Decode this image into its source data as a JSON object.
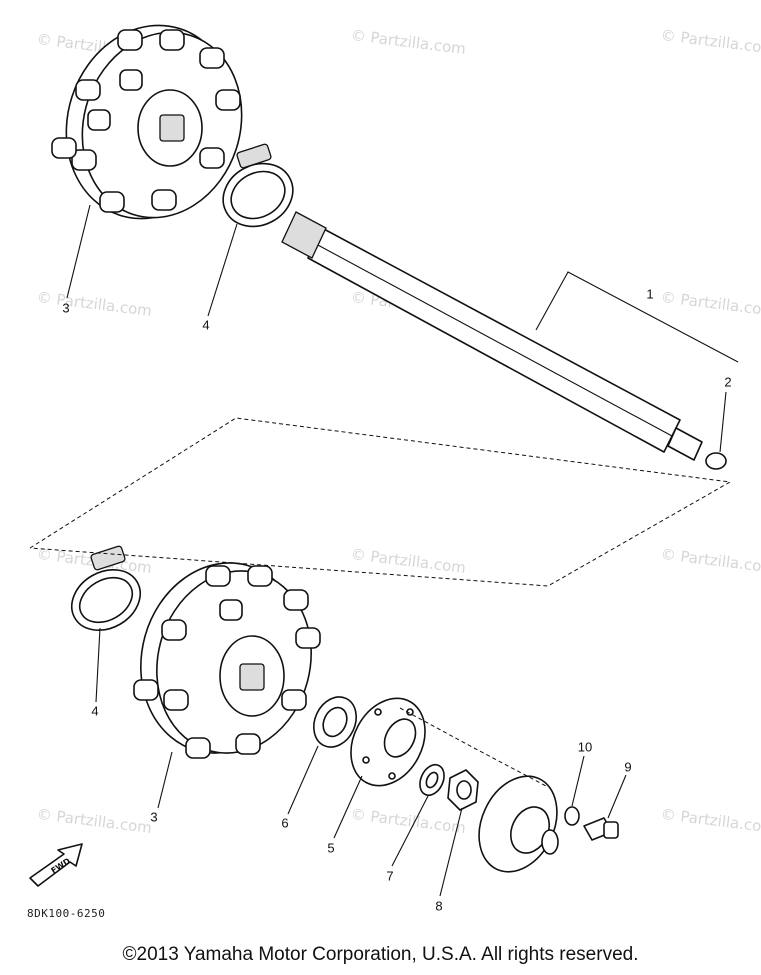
{
  "watermark": "© Partzilla.com",
  "callouts": {
    "c1": "1",
    "c2": "2",
    "c3a": "3",
    "c4a": "4",
    "c4b": "4",
    "c3b": "3",
    "c6": "6",
    "c5": "5",
    "c7": "7",
    "c8": "8",
    "c10": "10",
    "c9": "9"
  },
  "fwd_label": "FWD",
  "part_code": "8DK100-6250",
  "copyright": "©2013 Yamaha Motor Corporation, U.S.A. All rights reserved."
}
